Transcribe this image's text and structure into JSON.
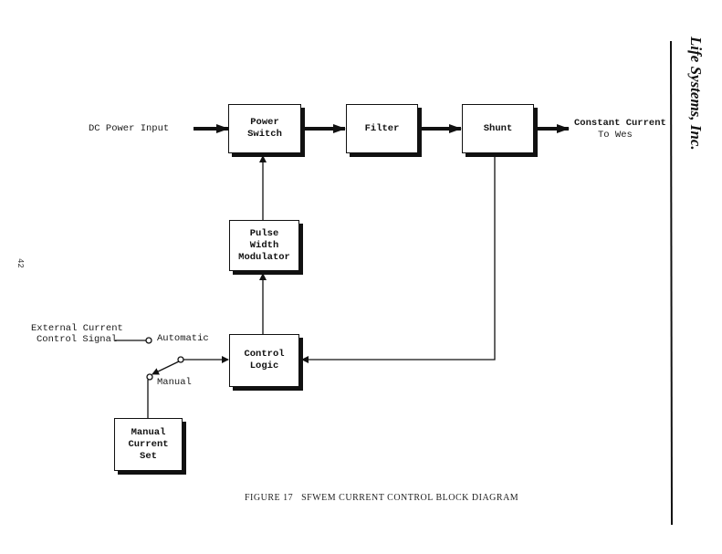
{
  "diagram": {
    "blocks": {
      "power_switch": [
        "Power",
        "Switch"
      ],
      "filter": [
        "Filter"
      ],
      "shunt": [
        "Shunt"
      ],
      "pwm": [
        "Pulse",
        "Width",
        "Modulator"
      ],
      "control_logic": [
        "Control",
        "Logic"
      ],
      "manual_current_set": [
        "Manual",
        "Current",
        "Set"
      ]
    },
    "labels": {
      "dc_input": "DC Power Input",
      "output_line1": "Constant Current",
      "output_line2": "To Wes",
      "external_line1": "External Current",
      "external_line2": "Control Signal",
      "automatic": "Automatic",
      "manual": "Manual"
    }
  },
  "caption": "FIGURE 17   SFWEM CURRENT CONTROL BLOCK DIAGRAM",
  "brand": "Life Systems, Inc.",
  "page_number": "42"
}
